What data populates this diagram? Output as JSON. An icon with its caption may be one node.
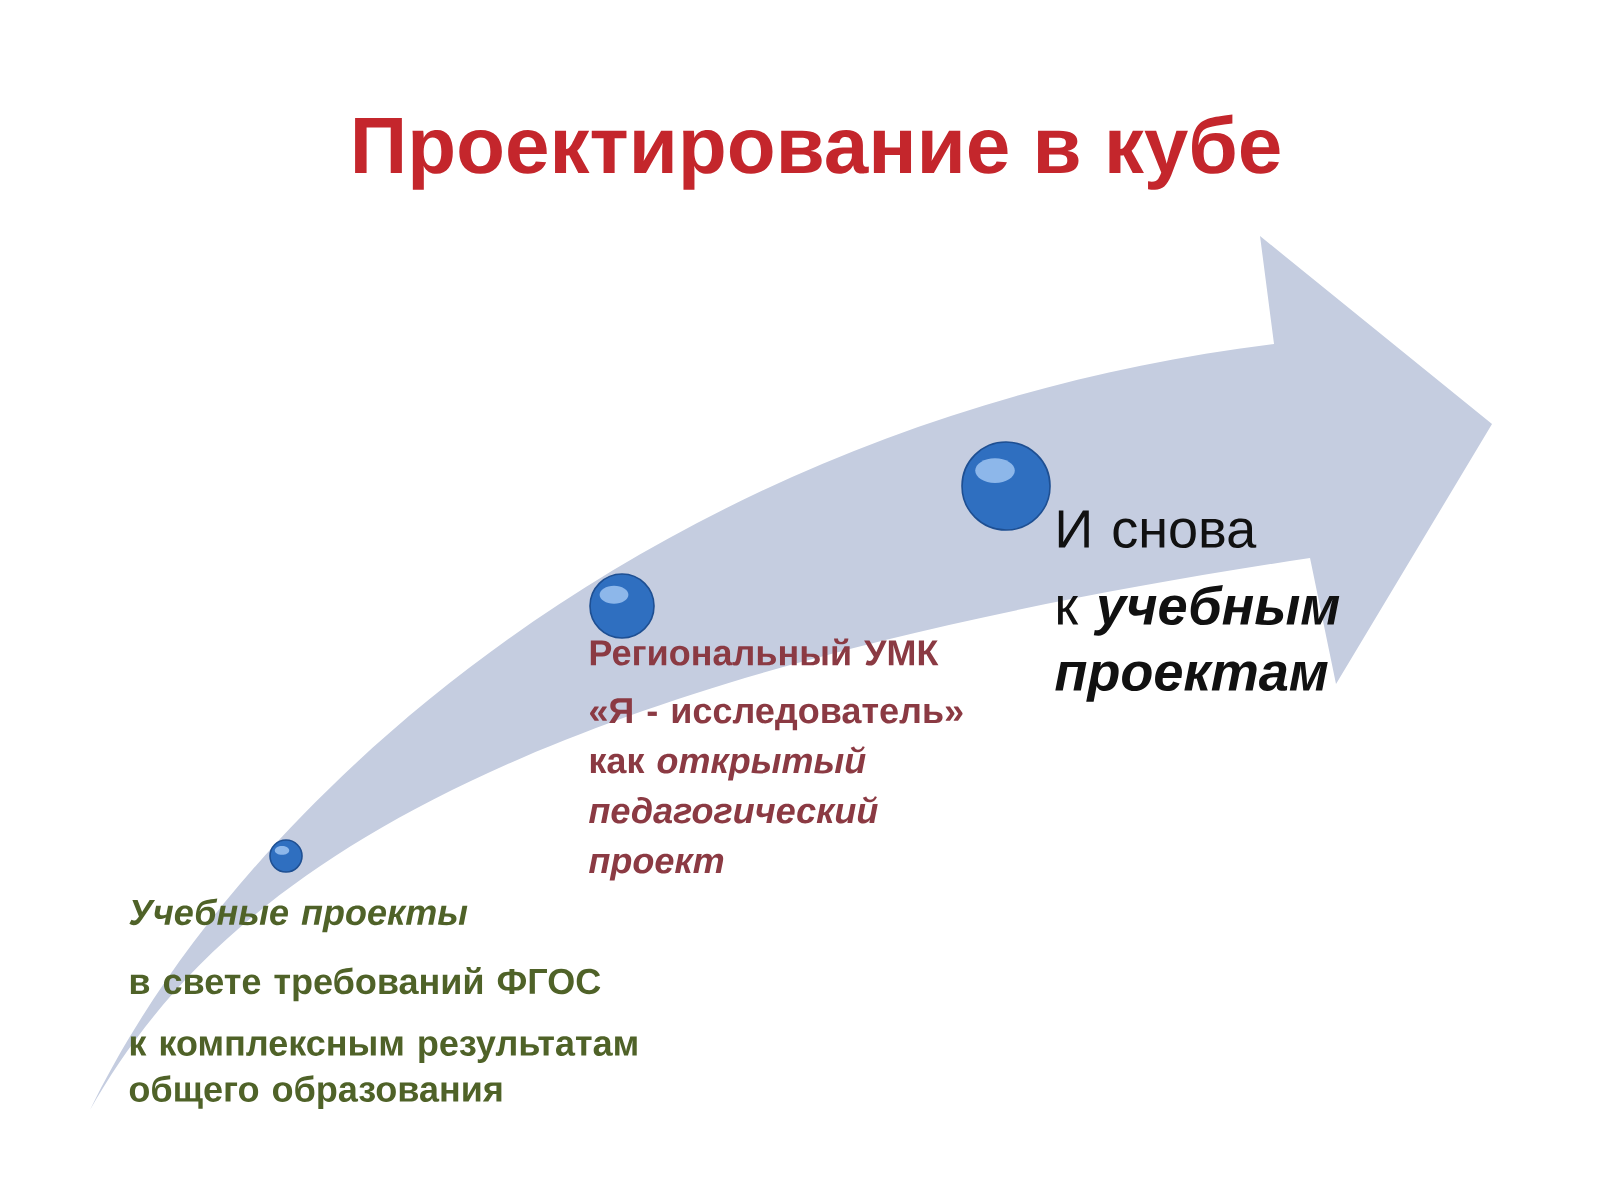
{
  "diagram": {
    "title": "Проектирование в кубе",
    "nodes": [
      {
        "text": [],
        "shape": "circle",
        "beside": [
          "Учебные проекты",
          "в свете требований ФГОС",
          "к комплексным результатам общего образования"
        ]
      },
      {
        "text": [],
        "shape": "circle",
        "beside": [
          "Региональный УМК",
          "«Я - исследователь» как *открытый педагогический проект*"
        ]
      },
      {
        "text": [],
        "shape": "circle",
        "beside": [
          "И снова",
          "к **учебным проектам**"
        ]
      }
    ]
  }
}
